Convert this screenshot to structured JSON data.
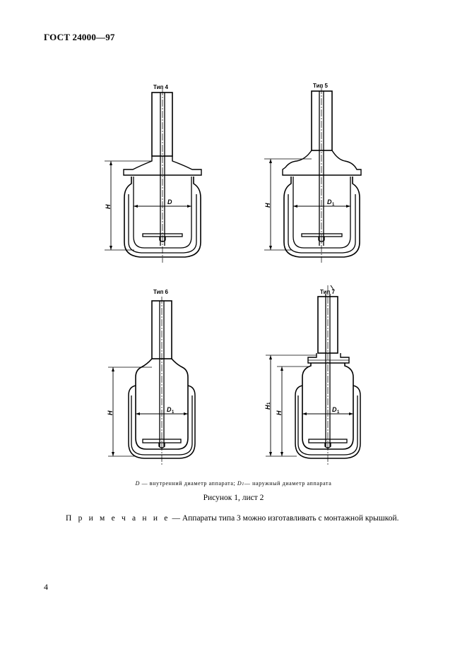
{
  "header": {
    "doc_code": "ГОСТ 24000—97"
  },
  "figures": [
    {
      "type_label": "Тип 4",
      "height_label": "H",
      "diameter_label": "D",
      "diameter_sub": ""
    },
    {
      "type_label": "Тип 5",
      "height_label": "H",
      "diameter_label": "D",
      "diameter_sub": "1"
    },
    {
      "type_label": "Тип 6",
      "height_label": "H",
      "diameter_label": "D",
      "diameter_sub": "1"
    },
    {
      "type_label": "Тип 7",
      "height_label": "H",
      "height_label_2": "H",
      "height_sub_2": "1",
      "diameter_label": "D",
      "diameter_sub": "1"
    }
  ],
  "legend": {
    "d_symbol": "D",
    "d_text": " — внутренний диаметр аппарата; ",
    "d1_symbol": "D",
    "d1_sub": "1",
    "d1_text": "— наружный диаметр аппарата"
  },
  "caption": "Рисунок 1, лист 2",
  "note": {
    "prefix": "П р и м е ч а н и е",
    "text": " — Аппараты типа 3 можно изготавливать с монтажной крышкой."
  },
  "page_number": "4"
}
